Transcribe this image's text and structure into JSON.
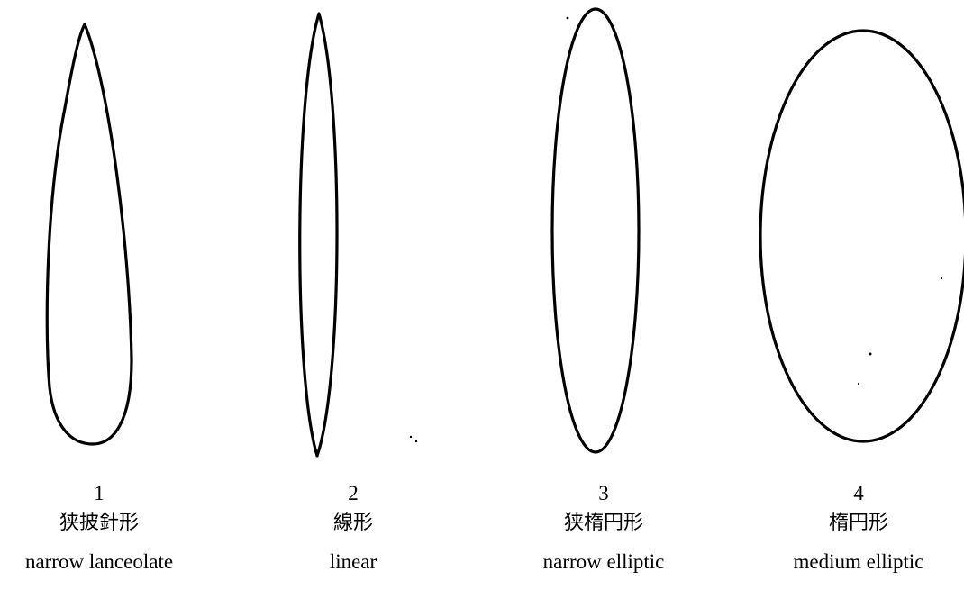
{
  "shapes": [
    {
      "number": "1",
      "name_ja": "狭披針形",
      "name_en": "narrow lanceolate"
    },
    {
      "number": "2",
      "name_ja": "線形",
      "name_en": "linear"
    },
    {
      "number": "3",
      "name_ja": "狭楕円形",
      "name_en": "narrow elliptic"
    },
    {
      "number": "4",
      "name_ja": "楕円形",
      "name_en": "medium elliptic"
    }
  ]
}
